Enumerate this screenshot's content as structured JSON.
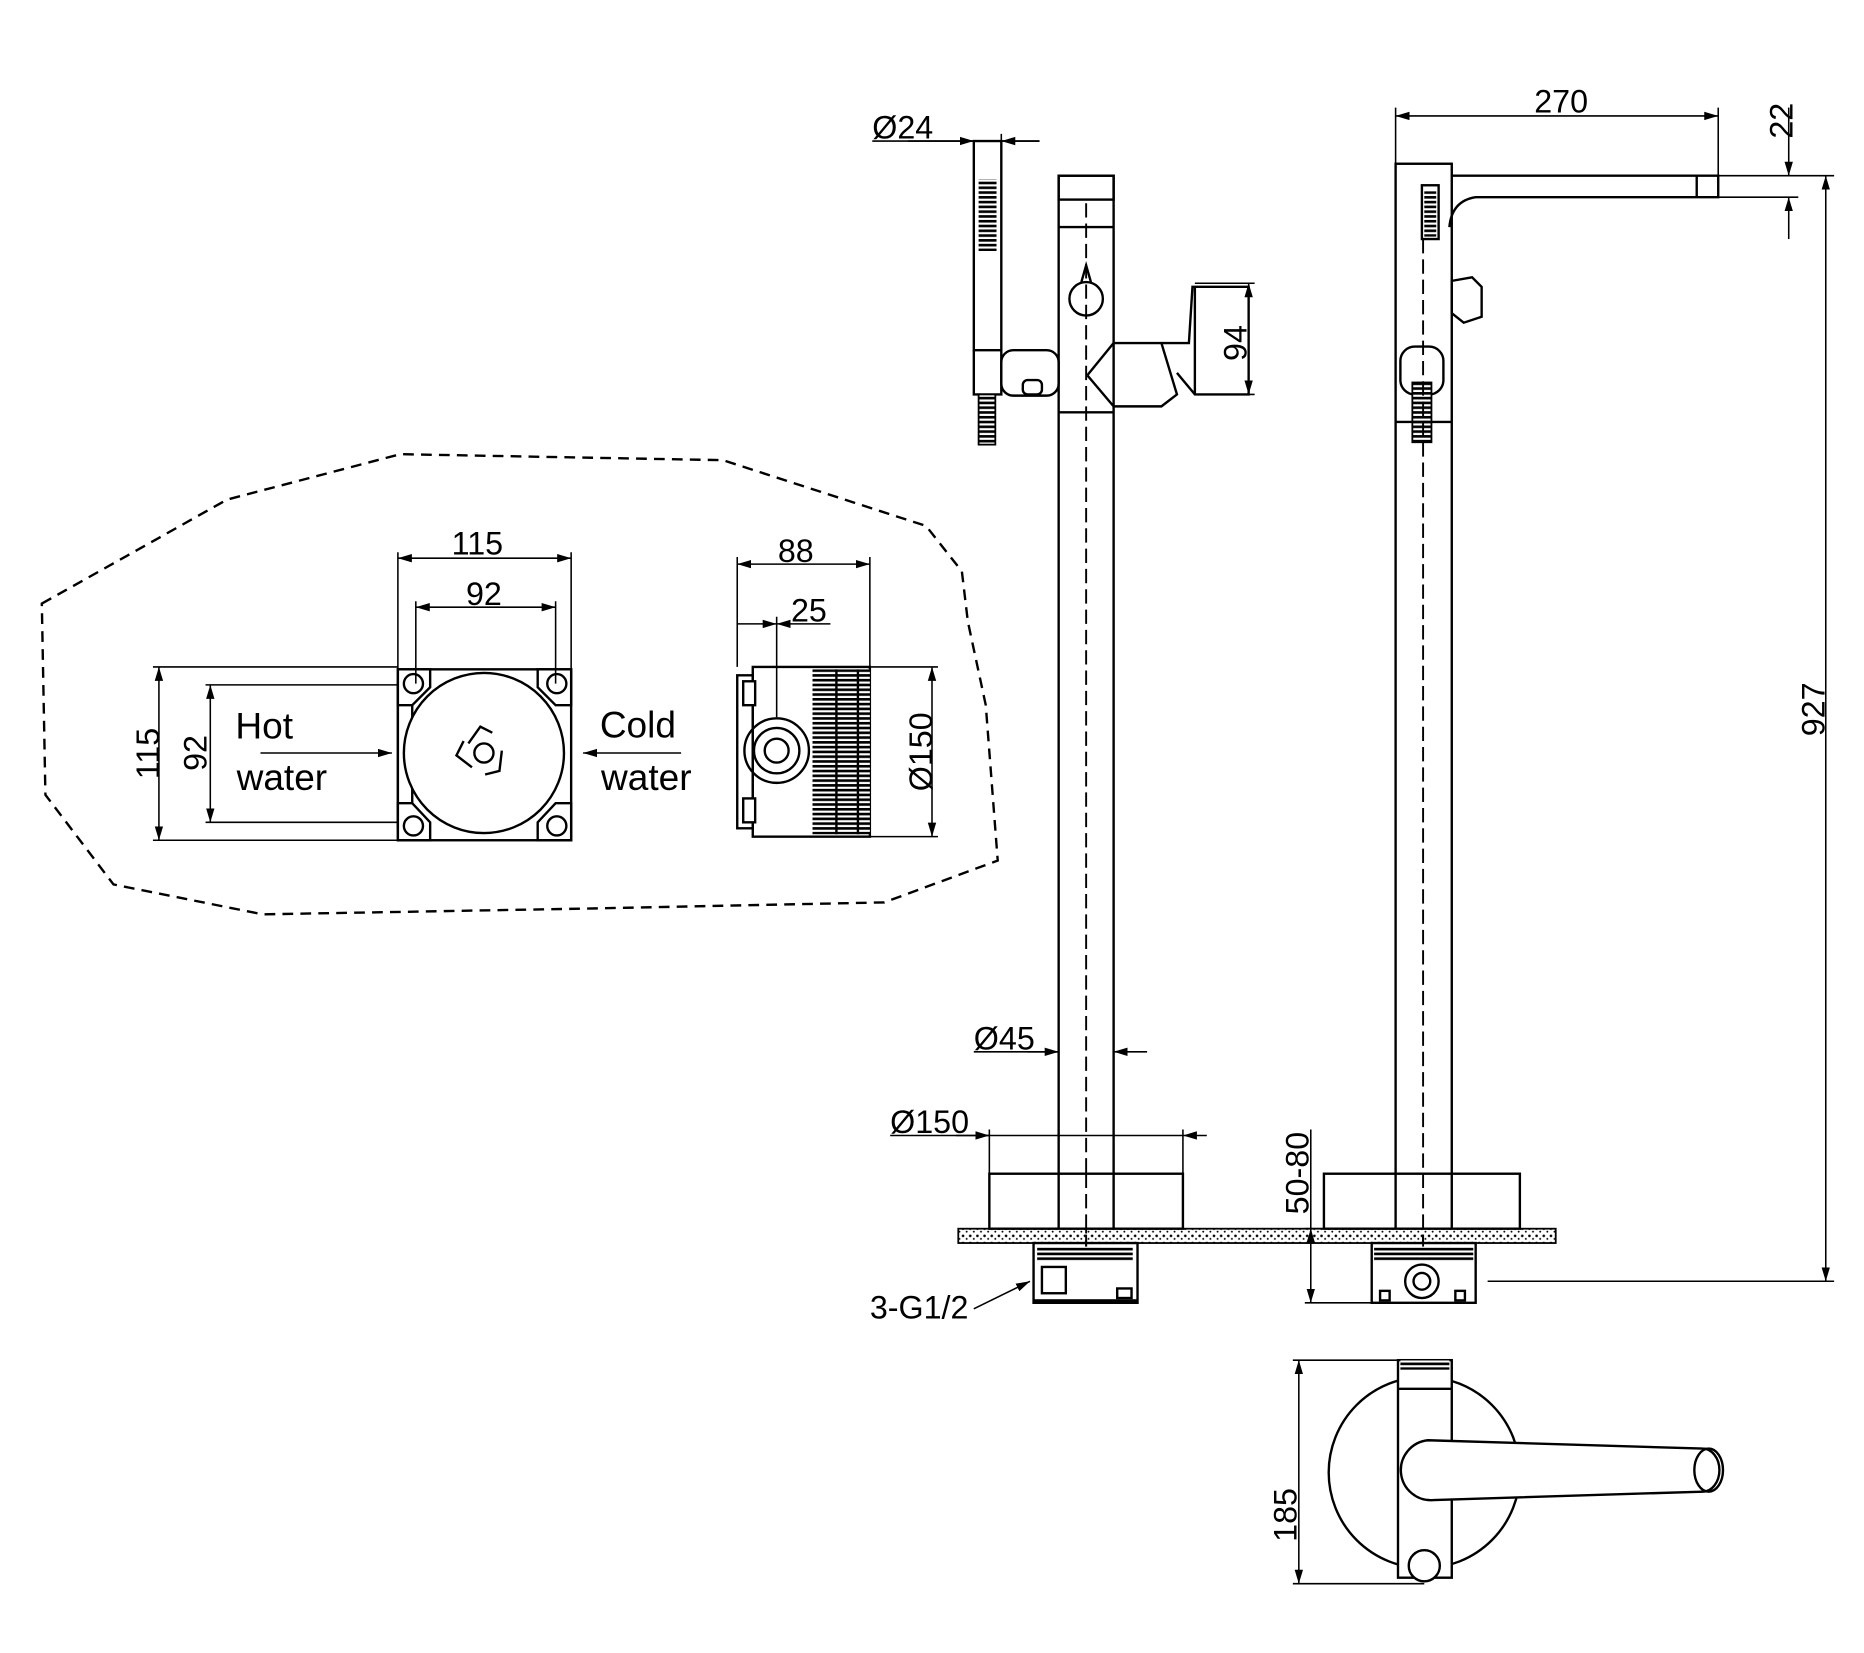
{
  "installation_box": {
    "front_view": {
      "dim_outer_width": "115",
      "dim_inner_width": "92",
      "dim_outer_height": "115",
      "dim_inner_height": "92",
      "hot_label_1": "Hot",
      "hot_label_2": "water",
      "cold_label_1": "Cold",
      "cold_label_2": "water"
    },
    "side_view": {
      "dim_depth": "88",
      "dim_offset": "25",
      "dim_diameter": "Ø150"
    }
  },
  "front_elevation": {
    "dim_hand_shower": "Ø24",
    "dim_diverter": "94",
    "dim_column": "Ø45",
    "dim_base": "Ø150",
    "connection_label": "3-G1/2"
  },
  "side_elevation": {
    "dim_spout_reach": "270",
    "dim_spout_height": "22",
    "dim_total_height": "927",
    "dim_base_height": "50-80"
  },
  "top_view": {
    "dim_plate": "185"
  },
  "colors": {
    "line": "#000000",
    "background": "#ffffff"
  }
}
